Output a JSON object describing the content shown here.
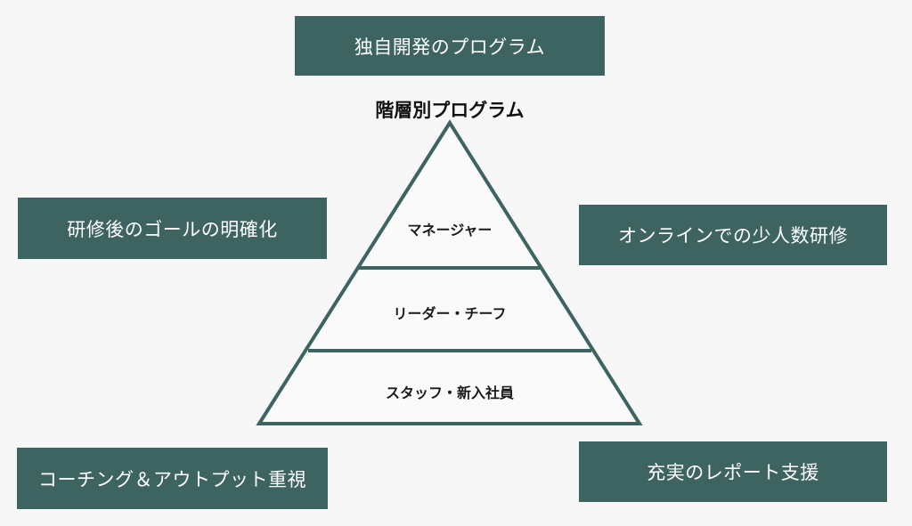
{
  "boxes": {
    "top": "独自開発のプログラム",
    "left_mid": "研修後のゴールの明確化",
    "right_mid": "オンラインでの少人数研修",
    "left_bottom": "コーチング＆アウトプット重視",
    "right_bottom": "充実のレポート支援"
  },
  "pyramid": {
    "title": "階層別プログラム",
    "levels": [
      "マネージャー",
      "リーダー・チーフ",
      "スタッフ・新入社員"
    ]
  },
  "colors": {
    "box_fill": "#3e6461",
    "pyramid_stroke": "#3e6461",
    "pyramid_fill": "#fafafa",
    "background": "#f7f7f7"
  }
}
